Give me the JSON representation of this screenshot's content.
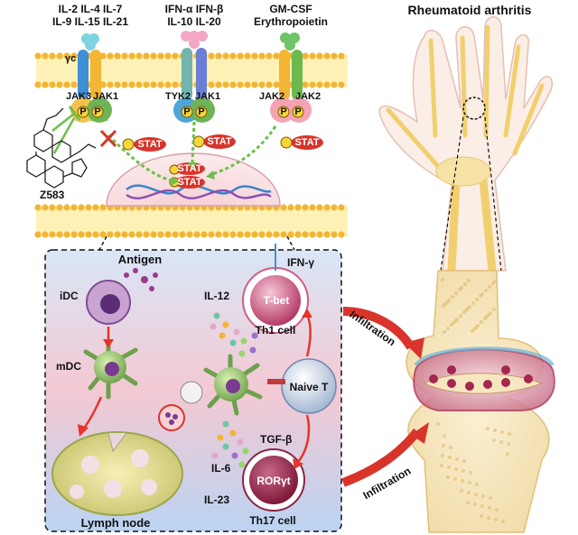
{
  "receptors": [
    {
      "cytokines_line1": "IL-2 IL-4 IL-7",
      "cytokines_line2": "IL-9 IL-15 IL-21",
      "chain": "γc",
      "jak_left": "JAK3",
      "jak_right": "JAK1"
    },
    {
      "cytokines_line1": "IFN-α IFN-β",
      "cytokines_line2": "IL-10 IL-20",
      "jak_left": "TYK2",
      "jak_right": "JAK1"
    },
    {
      "cytokines_line1": "GM-CSF",
      "cytokines_line2": "Erythropoietin",
      "jak_left": "JAK2",
      "jak_right": "JAK2"
    }
  ],
  "phospho": "P",
  "stat": "STAT",
  "drug": "Z583",
  "immune": {
    "antigen": "Antigen",
    "idc": "iDC",
    "mdc": "mDC",
    "lymph_node": "Lymph node",
    "il12": "IL-12",
    "ifn_gamma": "IFN-γ",
    "tbet": "T-bet",
    "th1": "Th1 cell",
    "naive_t": "Naive T",
    "tgf_beta": "TGF-β",
    "il6": "IL-6",
    "il23": "IL-23",
    "roryt": "RORγt",
    "th17": "Th17 cell"
  },
  "ra": {
    "title": "Rheumatoid arthritis",
    "infiltration_top": "Infiltration",
    "infiltration_bottom": "Infiltration"
  }
}
